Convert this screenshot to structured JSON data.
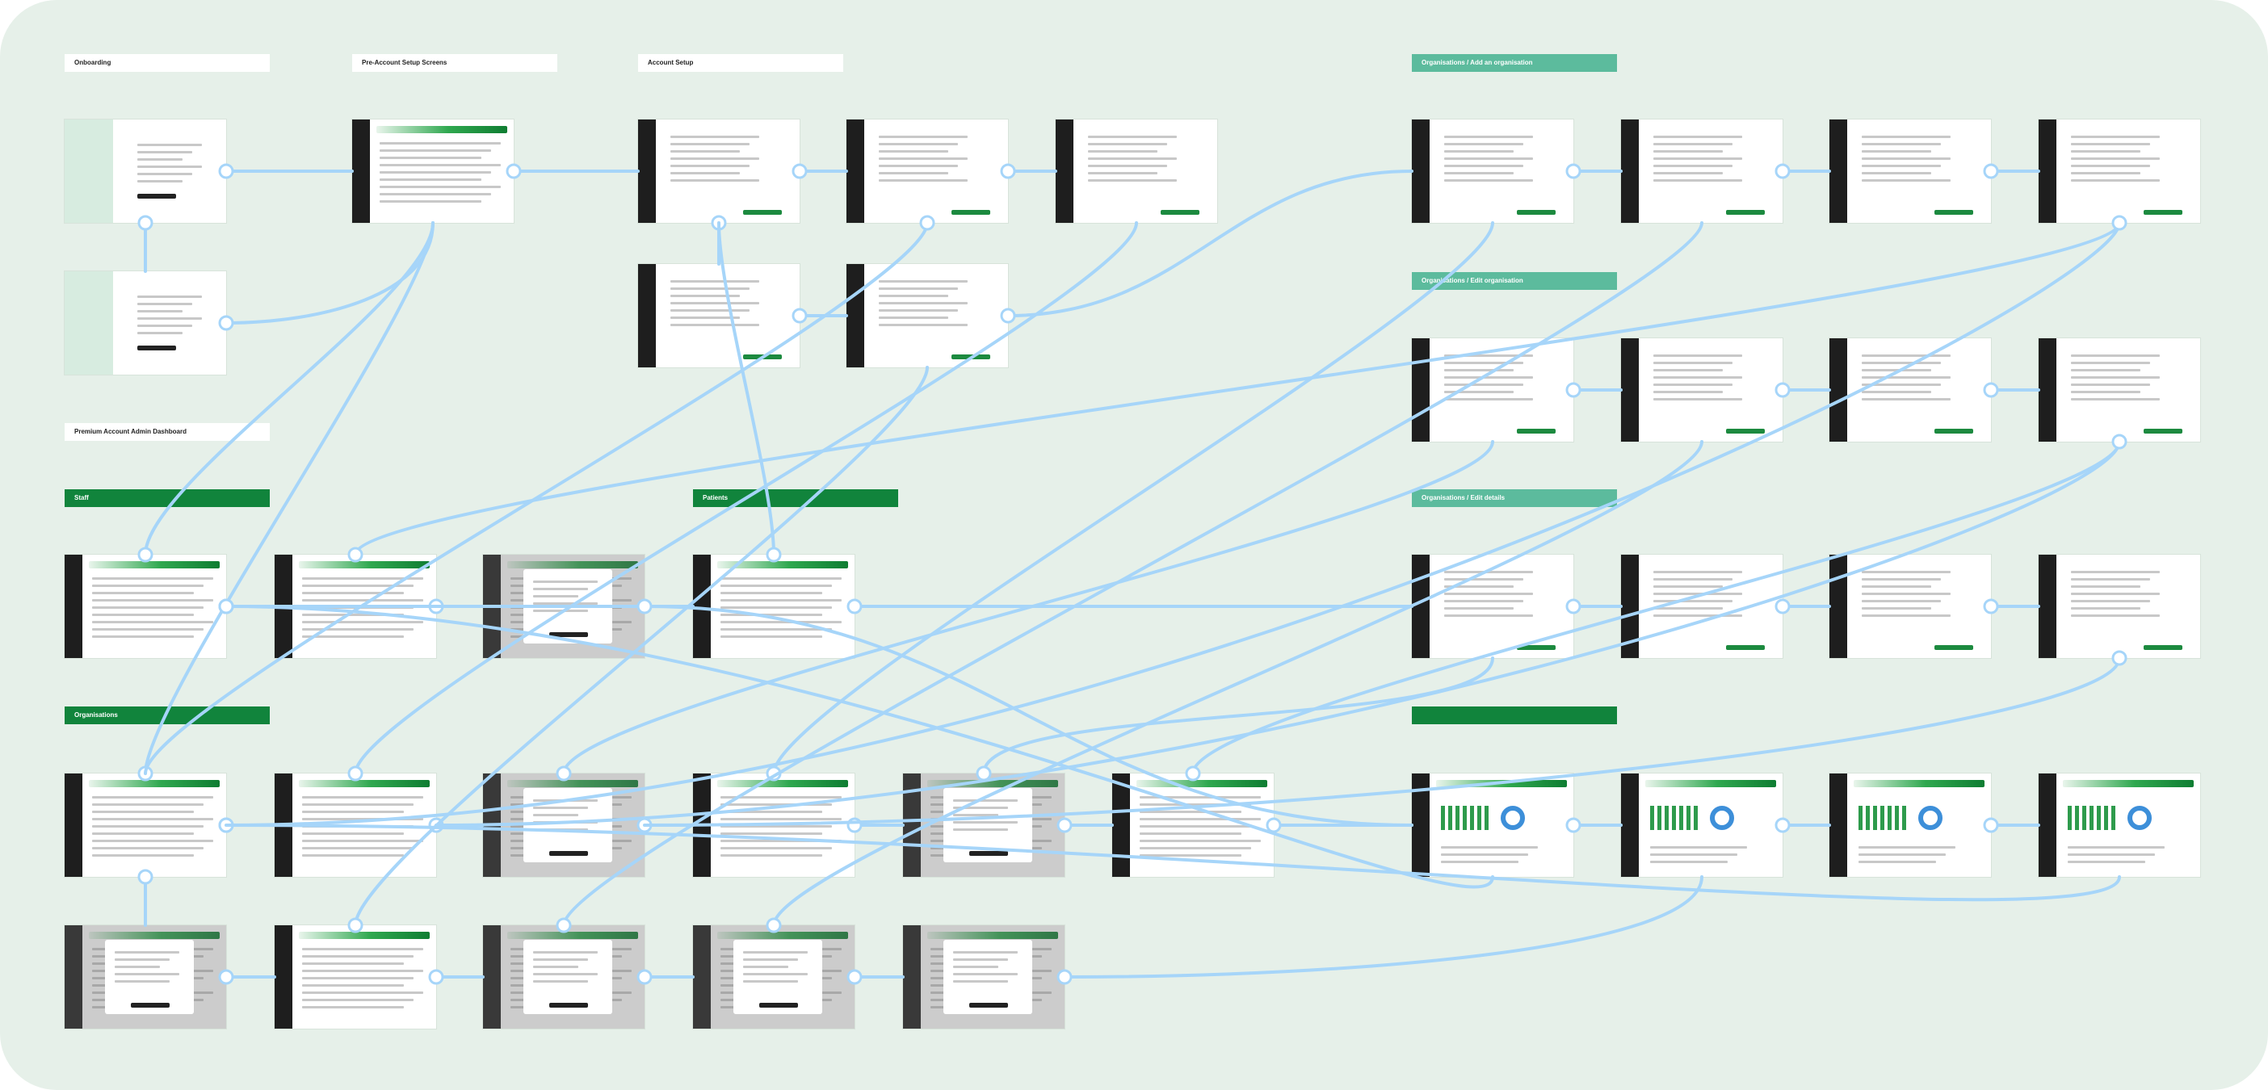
{
  "sections": [
    {
      "label": "Onboarding",
      "style": "white"
    },
    {
      "label": "Pre-Account Setup Screens",
      "style": "white"
    },
    {
      "label": "Account Setup",
      "style": "white"
    },
    {
      "label": "Organisations / Add an organisation",
      "style": "teal"
    },
    {
      "label": "Organisations / Edit organisation",
      "style": "teal"
    },
    {
      "label": "Premium Account Admin Dashboard",
      "style": "white"
    },
    {
      "label": "Staff",
      "style": "green"
    },
    {
      "label": "Patients",
      "style": "green"
    },
    {
      "label": "Organisations / Edit details",
      "style": "teal"
    },
    {
      "label": "Organisations",
      "style": "green"
    },
    {
      "label": "",
      "style": "green"
    }
  ],
  "colors": {
    "background": "#e6f0e9",
    "connector": "#a6d5f9",
    "accent_green": "#11843c",
    "teal": "#5cbb9d"
  },
  "frames": [
    {
      "name": "onboarding-welcome-screen",
      "kind": "onboarding"
    },
    {
      "name": "onboarding-login-screen",
      "kind": "onboarding"
    },
    {
      "name": "pre-account-screen",
      "kind": "app"
    },
    {
      "name": "account-setup-step-1",
      "kind": "setup"
    },
    {
      "name": "account-setup-step-2",
      "kind": "setup"
    },
    {
      "name": "account-setup-step-3",
      "kind": "setup"
    },
    {
      "name": "account-setup-step-4",
      "kind": "setup"
    },
    {
      "name": "account-setup-step-5",
      "kind": "setup"
    },
    {
      "name": "add-organisation-step-1",
      "kind": "setup"
    },
    {
      "name": "add-organisation-step-2",
      "kind": "setup"
    },
    {
      "name": "add-organisation-step-3",
      "kind": "setup"
    },
    {
      "name": "add-organisation-step-4",
      "kind": "setup"
    },
    {
      "name": "edit-organisation-step-1",
      "kind": "setup"
    },
    {
      "name": "edit-organisation-step-2",
      "kind": "setup"
    },
    {
      "name": "edit-organisation-step-3",
      "kind": "setup"
    },
    {
      "name": "edit-organisation-step-4",
      "kind": "setup"
    },
    {
      "name": "staff-list-screen",
      "kind": "app"
    },
    {
      "name": "staff-detail-screen",
      "kind": "app"
    },
    {
      "name": "staff-modal-screen",
      "kind": "modal"
    },
    {
      "name": "patients-list-screen",
      "kind": "app"
    },
    {
      "name": "edit-details-step-1",
      "kind": "setup"
    },
    {
      "name": "edit-details-step-2",
      "kind": "setup"
    },
    {
      "name": "edit-details-step-3",
      "kind": "setup"
    },
    {
      "name": "edit-details-step-4",
      "kind": "setup"
    },
    {
      "name": "organisations-list-screen",
      "kind": "app"
    },
    {
      "name": "organisations-detail-screen",
      "kind": "app"
    },
    {
      "name": "organisations-modal-screen-1",
      "kind": "modal"
    },
    {
      "name": "organisations-list-screen-2",
      "kind": "app"
    },
    {
      "name": "organisations-modal-screen-2",
      "kind": "modal"
    },
    {
      "name": "organisations-form-screen",
      "kind": "app"
    },
    {
      "name": "dashboard-overview-screen",
      "kind": "dashboard"
    },
    {
      "name": "dashboard-analytics-screen",
      "kind": "dashboard"
    },
    {
      "name": "dashboard-reports-screen",
      "kind": "dashboard"
    },
    {
      "name": "dashboard-charts-screen",
      "kind": "dashboard"
    },
    {
      "name": "organisations-modal-screen-3",
      "kind": "modal"
    },
    {
      "name": "organisations-form-screen-2",
      "kind": "app"
    },
    {
      "name": "organisations-modal-screen-4",
      "kind": "modal"
    },
    {
      "name": "organisations-modal-screen-5",
      "kind": "modal"
    },
    {
      "name": "organisations-modal-screen-6",
      "kind": "modal"
    }
  ]
}
